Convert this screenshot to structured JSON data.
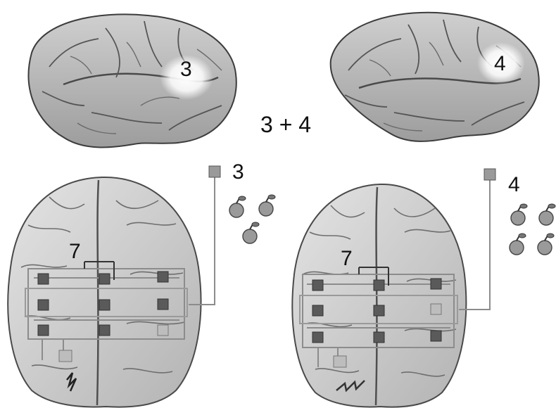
{
  "brain_left_label": "3",
  "brain_right_label": "4",
  "equation": "3 + 4",
  "left_panel": {
    "input_label": "3",
    "apple_count": 3,
    "result_label": "7"
  },
  "right_panel": {
    "input_label": "4",
    "apple_count": 4,
    "result_label": "7"
  },
  "colors": {
    "brain_fill": "#d6d6d6",
    "brain_stroke": "#3c3c3c",
    "highlight": "#ffffff",
    "node_dark": "#5a5a5a",
    "node_light": "#bdbdbd",
    "wire": "#8c8c8c",
    "apple": "#9a9a9a"
  },
  "icons": [
    "brain-side-view",
    "brain-top-view",
    "apple-icon",
    "input-node-icon",
    "network-node-icon"
  ]
}
